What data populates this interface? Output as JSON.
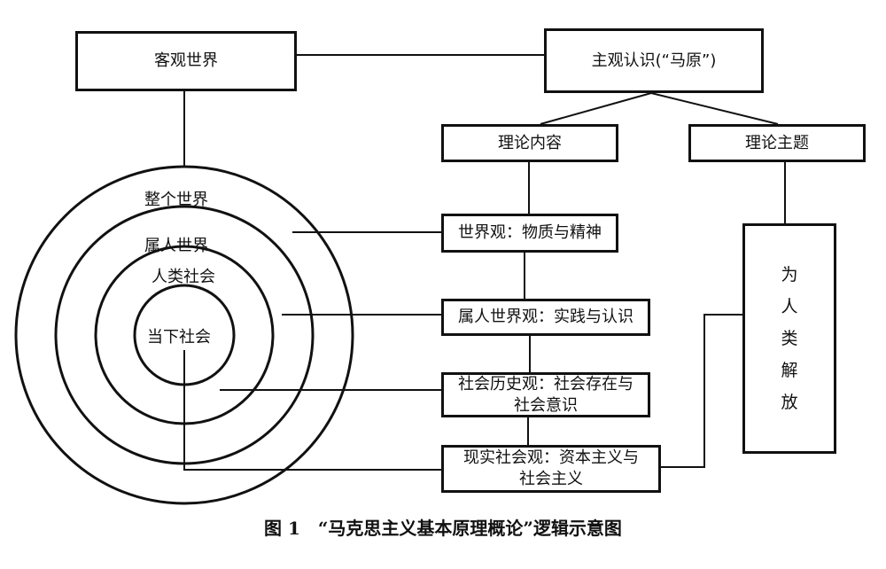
{
  "nodes": {
    "objective_world": "客观世界",
    "subjective_cognition": "主观认识(“马原”)",
    "theory_content": "理论内容",
    "theory_theme": "理论主题",
    "worldview": "世界观：物质与精神",
    "human_worldview": "属人世界观：实践与认识",
    "social_history_line1": "社会历史观：社会存在与",
    "social_history_line2": "社会意识",
    "reality_society_line1": "现实社会观：资本主义与",
    "reality_society_line2": "社会主义",
    "liberation_chars": [
      "为",
      "人",
      "类",
      "解",
      "放"
    ]
  },
  "circles": {
    "whole_world": "整个世界",
    "human_world": "属人世界",
    "human_society": "人类社会",
    "current_society": "当下社会"
  },
  "caption": "图 1　“马克思主义基本原理概论”逻辑示意图"
}
